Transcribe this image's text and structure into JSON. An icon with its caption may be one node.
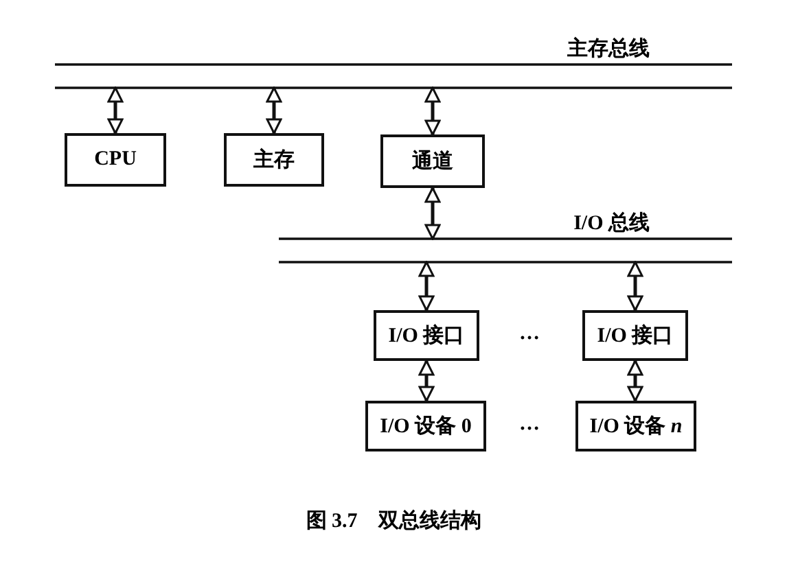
{
  "diagram": {
    "caption": "图 3.7　双总线结构",
    "nodes": [
      {
        "text": [
          "主存总线"
        ]
      },
      {
        "text": [
          "CPU"
        ]
      },
      {
        "text": [
          "主存"
        ]
      },
      {
        "text": [
          "通道"
        ]
      },
      {
        "text": [
          "I/O 总线"
        ]
      },
      {
        "text": [
          "I/O 接口"
        ]
      },
      {
        "text": [
          "I/O 接口"
        ]
      },
      {
        "text": [
          "I/O 设备 0"
        ]
      },
      {
        "text": [
          "I/O 设备 *n*"
        ]
      }
    ],
    "edges": [
      {
        "from": 0,
        "to": 1,
        "arrow": "both"
      },
      {
        "from": 0,
        "to": 2,
        "arrow": "both"
      },
      {
        "from": 0,
        "to": 3,
        "arrow": "both"
      },
      {
        "from": 3,
        "to": 4,
        "arrow": "both"
      },
      {
        "from": 4,
        "to": 5,
        "arrow": "both"
      },
      {
        "from": 4,
        "to": 6,
        "arrow": "both"
      },
      {
        "from": 5,
        "to": 7,
        "arrow": "both"
      },
      {
        "from": 6,
        "to": 8,
        "arrow": "both"
      }
    ],
    "labels": [
      "…",
      "…"
    ]
  }
}
